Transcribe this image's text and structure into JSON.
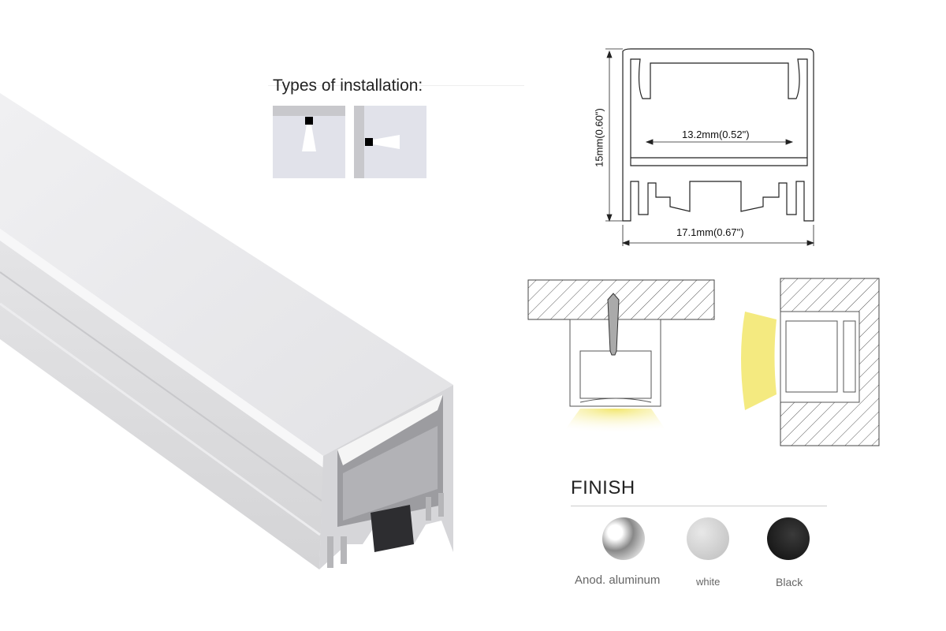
{
  "installation": {
    "title": "Types of installation:",
    "types": [
      "ceiling-mount-icon",
      "wall-mount-icon"
    ]
  },
  "dimensions": {
    "inner_width": "13.2mm(0.52\")",
    "height": "15mm(0.60\")",
    "outer_width": "17.1mm(0.67\")"
  },
  "finish": {
    "title": "FINISH",
    "options": [
      {
        "label": "Anod. aluminum",
        "color": "#9a9a9a"
      },
      {
        "label": "white",
        "color": "#cfcfcf"
      },
      {
        "label": "Black",
        "color": "#1a1a1a"
      }
    ]
  },
  "colors": {
    "light": "#f2e66a",
    "panel": "#e1e2ea"
  }
}
